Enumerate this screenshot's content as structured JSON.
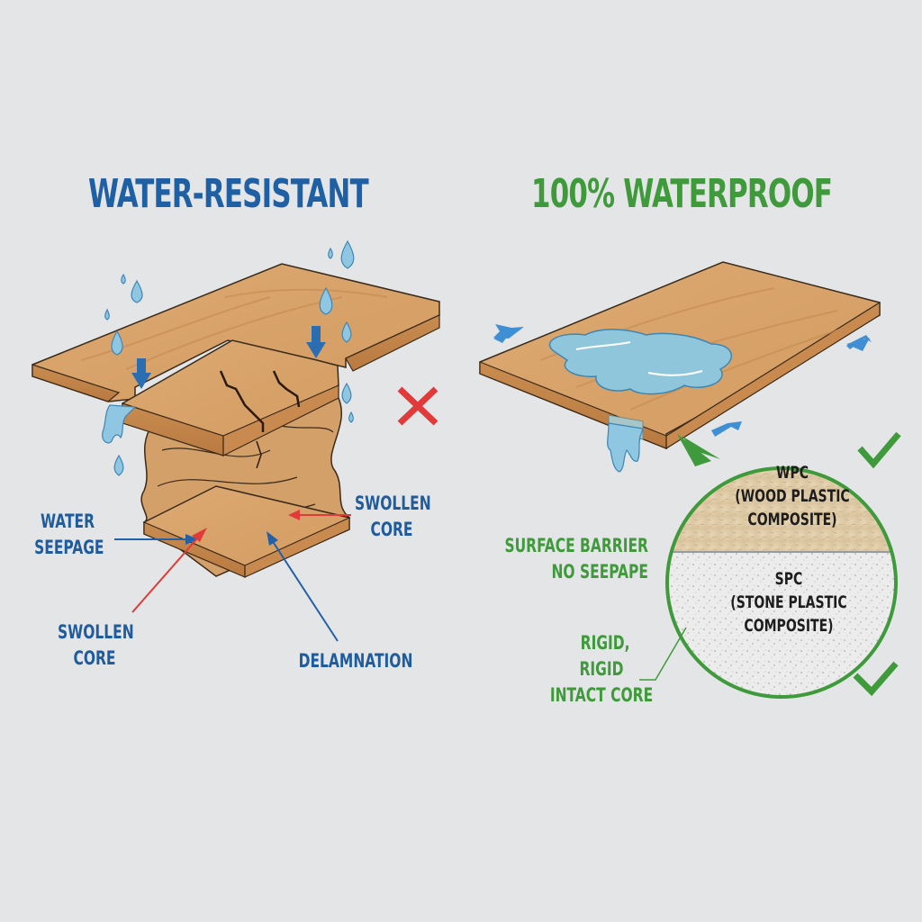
{
  "left_panel": {
    "title": "WATER-RESISTANT",
    "status_icon": "x-mark-icon",
    "labels": {
      "water_seepage": [
        "WATER",
        "SEEPAGE"
      ],
      "swollen_core_right": [
        "SWOLLEN",
        "CORE"
      ],
      "swollen_core_bottom": [
        "SWOLLEN",
        "CORE"
      ],
      "delamination": "DELAMNATION"
    }
  },
  "right_panel": {
    "title": "100% WATERPROOF",
    "status_icons": [
      "check-mark-icon",
      "check-mark-icon"
    ],
    "labels": {
      "surface_barrier": [
        "SURFACE BARRIER",
        "NO SEEPAPE"
      ],
      "rigid_core": [
        "RIGID,",
        "RIGID",
        "INTACT CORE"
      ]
    },
    "callout": {
      "top_layer": [
        "WPC",
        "(WOOD PLASTIC",
        "COMPOSITE)"
      ],
      "bottom_layer": [
        "SPC",
        "(STONE PLASTIC",
        "COMPOSITE)"
      ]
    }
  },
  "colors": {
    "background": "#e4e5e6",
    "left_accent": "#1f5fa4",
    "right_accent": "#3f9a3c",
    "wood": "#d9a36c",
    "water": "#8fc6e2",
    "x_mark": "#e03a3a"
  }
}
